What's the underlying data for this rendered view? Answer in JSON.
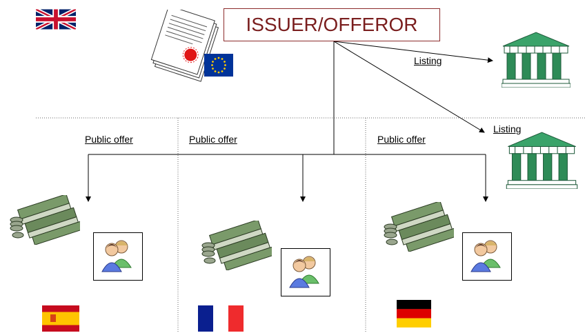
{
  "diagram": {
    "issuer_label": "ISSUER/OFFEROR",
    "listing_labels": [
      "Listing",
      "Listing"
    ],
    "public_offer_labels": [
      "Public offer",
      "Public offer",
      "Public offer"
    ]
  },
  "icons": {
    "home_flag": "uk-flag-icon",
    "prospectus": "prospectus-document-icon",
    "eu_flag": "eu-flag-icon",
    "exchange": "stock-exchange-building-icon",
    "money": "money-stack-icon",
    "investors": "investors-icon",
    "host_flags": [
      "spain-flag-icon",
      "france-flag-icon",
      "germany-flag-icon"
    ]
  },
  "colors": {
    "title_border": "#8b2a2a",
    "title_text": "#7a1e1e",
    "building": "#2e8b57",
    "money": "#5a7a4a"
  }
}
